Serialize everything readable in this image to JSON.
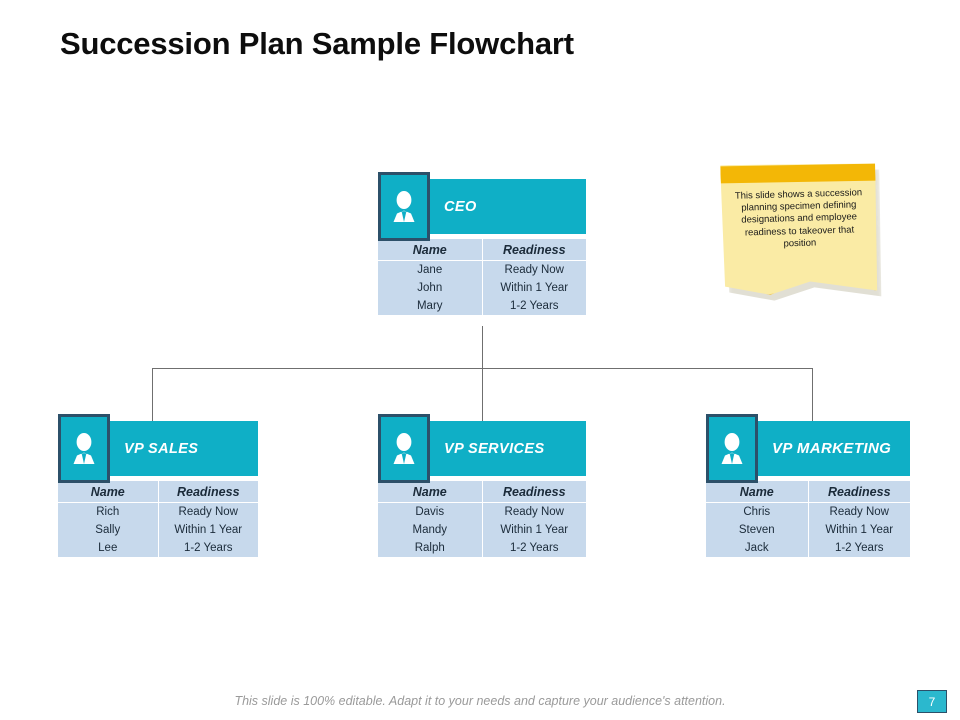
{
  "slide": {
    "title": "Succession Plan Sample Flowchart",
    "footer_note": "This slide is 100% editable. Adapt it to your needs and capture your audience's attention.",
    "page_number": "7"
  },
  "colors": {
    "teal": "#0FAFC6",
    "navy_border": "#2C5069",
    "table_bg": "#C7D9EC",
    "note_body": "#FAEBA5",
    "note_band": "#F3B706",
    "connector": "#6F6F6F",
    "badge_bg": "#2BB8CE"
  },
  "note": {
    "text": "This slide shows a succession planning specimen defining designations and employee readiness to takeover that position"
  },
  "table_headers": {
    "name": "Name",
    "readiness": "Readiness"
  },
  "nodes": {
    "ceo": {
      "icon": "person-icon",
      "title": "CEO",
      "rows": [
        {
          "name": "Jane",
          "readiness": "Ready Now"
        },
        {
          "name": "John",
          "readiness": "Within 1 Year"
        },
        {
          "name": "Mary",
          "readiness": "1-2 Years"
        }
      ]
    },
    "vp_sales": {
      "icon": "person-icon",
      "title": "VP SALES",
      "rows": [
        {
          "name": "Rich",
          "readiness": "Ready Now"
        },
        {
          "name": "Sally",
          "readiness": "Within 1 Year"
        },
        {
          "name": "Lee",
          "readiness": "1-2 Years"
        }
      ]
    },
    "vp_services": {
      "icon": "person-icon",
      "title": "VP SERVICES",
      "rows": [
        {
          "name": "Davis",
          "readiness": "Ready Now"
        },
        {
          "name": "Mandy",
          "readiness": "Within 1 Year"
        },
        {
          "name": "Ralph",
          "readiness": "1-2 Years"
        }
      ]
    },
    "vp_marketing": {
      "icon": "person-icon",
      "title": "VP MARKETING",
      "rows": [
        {
          "name": "Chris",
          "readiness": "Ready Now"
        },
        {
          "name": "Steven",
          "readiness": "Within 1 Year"
        },
        {
          "name": "Jack",
          "readiness": "1-2 Years"
        }
      ]
    }
  }
}
